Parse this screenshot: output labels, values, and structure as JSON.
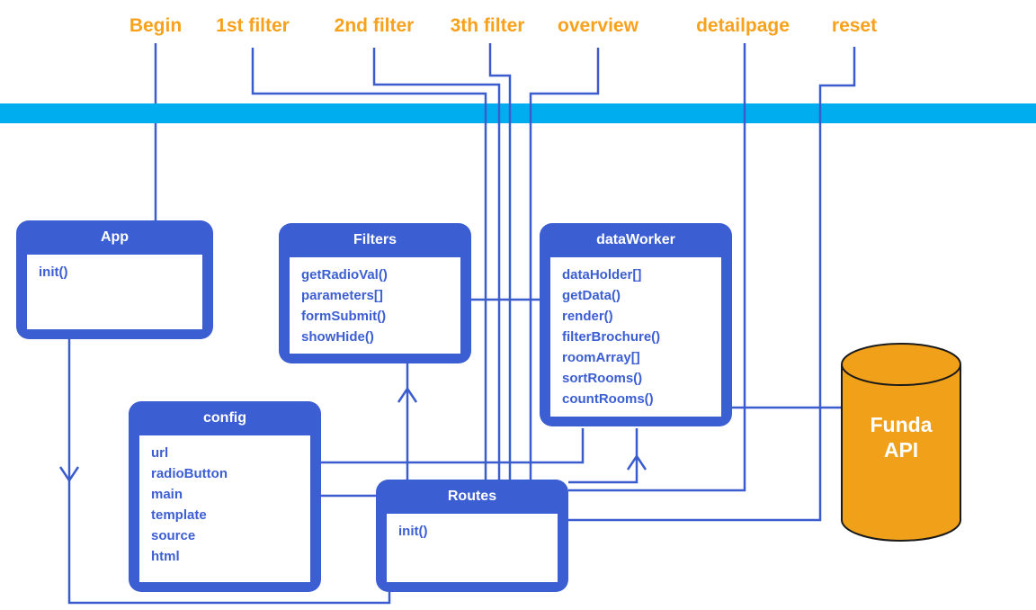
{
  "diagram": {
    "timeline_labels": [
      {
        "label": "Begin"
      },
      {
        "label": "1st filter"
      },
      {
        "label": "2nd filter"
      },
      {
        "label": "3th filter"
      },
      {
        "label": "overview"
      },
      {
        "label": "detailpage"
      },
      {
        "label": "reset"
      }
    ],
    "classes": [
      {
        "title": "App",
        "members": [
          "init()"
        ]
      },
      {
        "title": "Filters",
        "members": [
          "getRadioVal()",
          "parameters[]",
          "formSubmit()",
          "showHide()"
        ]
      },
      {
        "title": "dataWorker",
        "members": [
          "dataHolder[]",
          "getData()",
          "render()",
          "filterBrochure()",
          "roomArray[]",
          "sortRooms()",
          "countRooms()"
        ]
      },
      {
        "title": "config",
        "members": [
          "url",
          "radioButton",
          "main",
          "template",
          "source",
          "html"
        ]
      },
      {
        "title": "Routes",
        "members": [
          "init()"
        ]
      }
    ],
    "datastore": {
      "label": "Funda API"
    },
    "colors": {
      "label_orange": "#F7A11C",
      "box_blue": "#3C5ED3",
      "line_blue": "#3A5CCE",
      "timeline_cyan": "#00AEEF",
      "datastore_orange": "#F1A019"
    }
  }
}
